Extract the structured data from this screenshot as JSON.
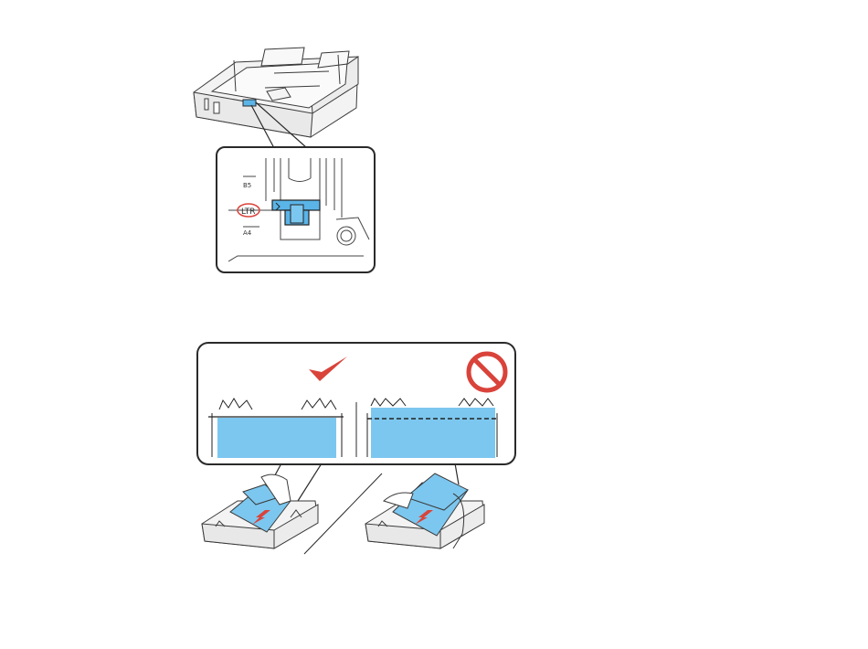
{
  "figure1": {
    "label_b5": "B5",
    "label_ltr": "LTR",
    "label_a4": "A4"
  },
  "figure2": {
    "correct_symbol": "checkmark-icon",
    "incorrect_symbol": "prohibited-icon"
  },
  "colors": {
    "paper_blue": "#7cc7ef",
    "guide_blue": "#5ab4e8",
    "line": "#3a3a3a",
    "tray": "#f2f2f2",
    "check_red": "#d9433a",
    "ban_red": "#d9433a"
  }
}
